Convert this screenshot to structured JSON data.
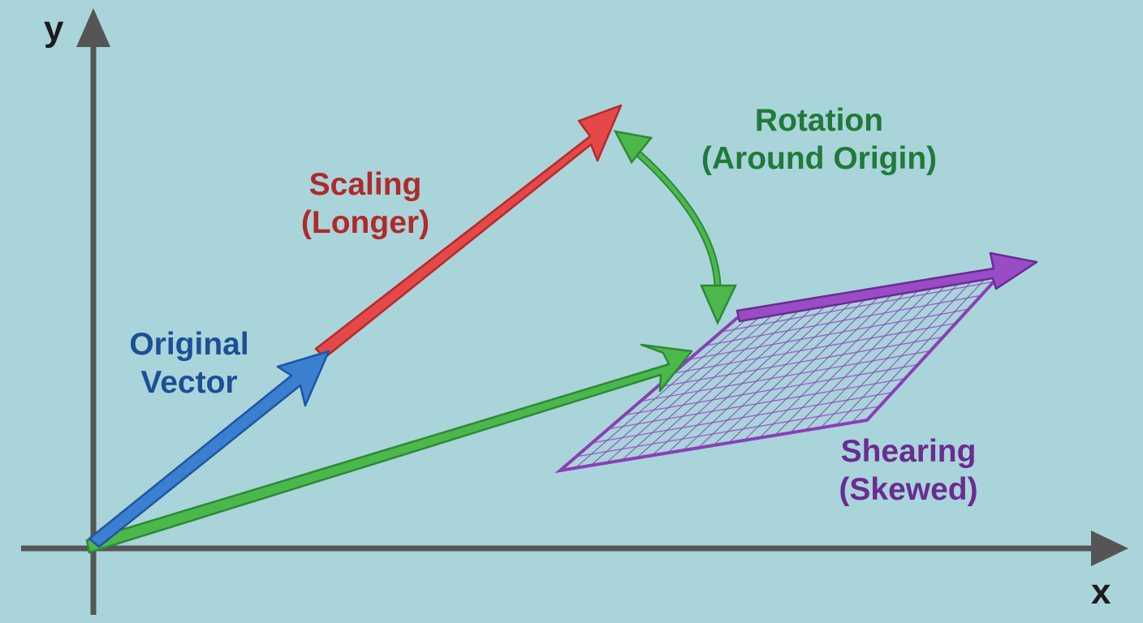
{
  "axes": {
    "x_label": "x",
    "y_label": "y",
    "axis_color": "#555555"
  },
  "labels": {
    "original": {
      "line1": "Original",
      "line2": "Vector",
      "color": "#1c4f96"
    },
    "scaling": {
      "line1": "Scaling",
      "line2": "(Longer)",
      "color": "#b02a2a"
    },
    "rotation": {
      "line1": "Rotation",
      "line2": "(Around Origin)",
      "color": "#1f7a3a"
    },
    "shearing": {
      "line1": "Shearing",
      "line2": "(Skewed)",
      "color": "#6a2c91"
    }
  },
  "colors": {
    "background": "#a9d4da",
    "original_vector": "#3a7fd0",
    "scaled_vector": "#e44848",
    "rotated_vector": "#4cb84c",
    "rotation_arc": "#3aa83a",
    "shear_shape": "#8a3fb5"
  }
}
